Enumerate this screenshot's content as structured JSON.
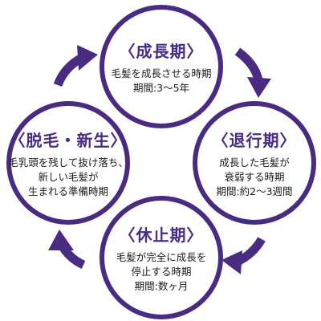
{
  "colors": {
    "accent": "#4a2b82",
    "text": "#1b1b1b",
    "background": "#ffffff"
  },
  "stages": {
    "growth": {
      "title": "〈成長期〉",
      "lines": [
        "毛髪を成長させる時期",
        "期間:3〜5年"
      ]
    },
    "regression": {
      "title": "〈退行期〉",
      "lines": [
        "成長した毛髪が",
        "衰弱する時期",
        "期間:約2〜3週間"
      ]
    },
    "rest": {
      "title": "〈休止期〉",
      "lines": [
        "毛髪が完全に成長を",
        "停止する時期",
        "期間:数ヶ月"
      ]
    },
    "shedding": {
      "title": "〈脱毛・新生〉",
      "lines": [
        "毛乳頭を残して抜け落ち、",
        "新しい毛髪が",
        "生まれる準備時期"
      ]
    }
  },
  "arrow_icon": "curved-arrow-icon"
}
